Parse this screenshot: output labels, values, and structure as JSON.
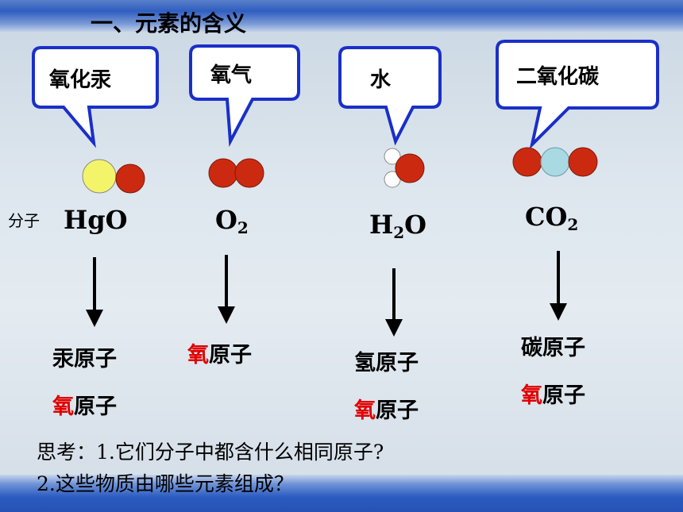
{
  "title": "一、元素的含义",
  "bubbles": [
    "氧化汞",
    "氧气",
    "水",
    "二氧化碳"
  ],
  "molecule_label": "分子",
  "formulas": {
    "hgo": "HgO",
    "o2": {
      "main": "O",
      "sub": "2"
    },
    "h2o": {
      "pre": "H",
      "sub": "2",
      "post": "O"
    },
    "co2": {
      "main": "CO",
      "sub": "2"
    }
  },
  "atoms": {
    "hgo": [
      {
        "char": "汞",
        "rest": "原子"
      },
      {
        "char": "氧",
        "rest": "原子"
      }
    ],
    "o2": [
      {
        "char": "氧",
        "rest": "原子"
      }
    ],
    "h2o": [
      {
        "char": "氢",
        "rest": "原子"
      },
      {
        "char": "氧",
        "rest": "原子"
      }
    ],
    "co2": [
      {
        "char": "碳",
        "rest": "原子"
      },
      {
        "char": "氧",
        "rest": "原子"
      }
    ]
  },
  "questions": [
    "思考：1.它们分子中都含什么相同原子?",
    "2.这些物质由哪些元素组成？"
  ],
  "colors": {
    "oxygen_atom": "#cc2a10",
    "mercury_atom": "#f4f46a",
    "carbon_atom": "#a9d9e3",
    "hydrogen_atom": "#ffffff",
    "bubble_border": "#1a2fc8",
    "highlight_text": "#e00000"
  }
}
